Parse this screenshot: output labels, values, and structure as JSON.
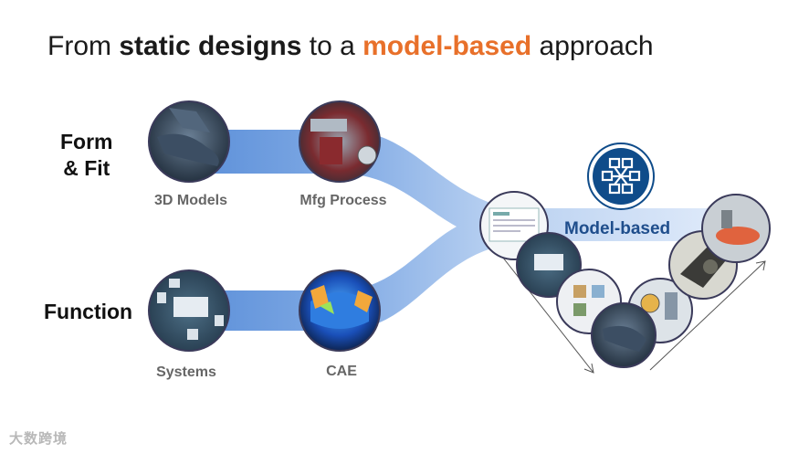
{
  "title": {
    "prefix": "From ",
    "bold": "static designs",
    "middle": " to a ",
    "accent": "model-based",
    "suffix": " approach",
    "accent_color": "#e8702a"
  },
  "rows": {
    "form_fit": [
      "Form",
      "& Fit"
    ],
    "function": "Function"
  },
  "nodes": {
    "models_3d": "3D Models",
    "mfg_process": "Mfg Process",
    "systems": "Systems",
    "cae": "CAE"
  },
  "model_based": {
    "label": "Model-based",
    "icon": "network-icon"
  },
  "colors": {
    "flow": "#6e9bdc",
    "icon_bg": "#0f4c8a",
    "banner": "#cfe0f6",
    "label": "#1f4e8c"
  },
  "watermark": "大数跨境"
}
